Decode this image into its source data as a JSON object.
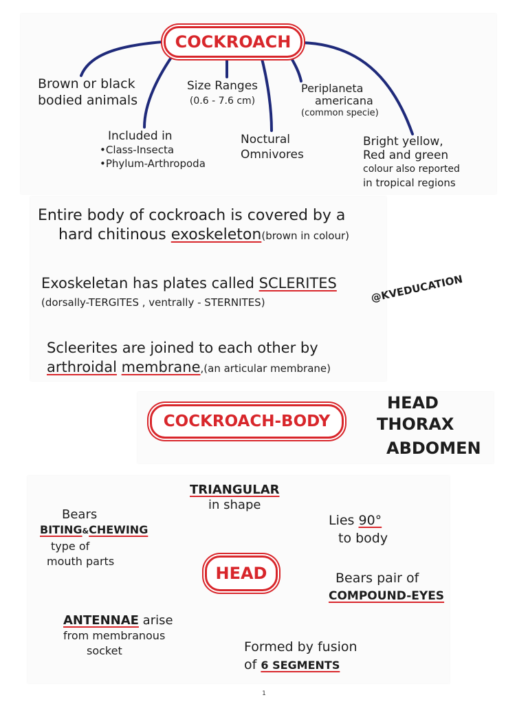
{
  "section1": {
    "title": "COCKROACH",
    "nodes": [
      {
        "lines": [
          "Brown or black",
          "bodied animals"
        ]
      },
      {
        "lines": [
          "Size Ranges",
          "(0.6 - 7.6 cm)"
        ]
      },
      {
        "lines": [
          "Periplaneta",
          "americana",
          "(common specie)"
        ]
      },
      {
        "lines": [
          "Included in",
          "•Class-Insecta",
          "•Phylum-Arthropoda"
        ]
      },
      {
        "lines": [
          "Noctural",
          "Omnivores"
        ]
      },
      {
        "lines": [
          "Bright yellow,",
          "Red and green",
          "colour also reported",
          "in tropical regions"
        ]
      }
    ]
  },
  "section2": {
    "s1_line1": "Entire body of cockroach is covered by a",
    "s1_line2_pre": "hard chitinous",
    "s1_line2_key": "exoskeleton",
    "s1_line2_post": "(brown in colour)",
    "s2_line1_pre": "Exoskeletan has plates called",
    "s2_line1_key": "SCLERITES",
    "s2_line2": "(dorsally-TERGITES  , ventrally - STERNITES)",
    "s3_line1": "Scleerites are joined to each other by",
    "s3_key1": "arthroidal",
    "s3_key2": "membrane",
    "s3_post": ",(an articular membrane)",
    "tag": "@KVEDUCATION"
  },
  "section3": {
    "title": "COCKROACH-BODY",
    "parts": [
      "HEAD",
      "THORAX",
      "ABDOMEN"
    ]
  },
  "section4": {
    "title": "HEAD",
    "top_key": "TRIANGULAR",
    "top_rest": "in shape",
    "right1_pre": "Lies",
    "right1_key": "90°",
    "right1_rest": "to body",
    "right2_pre": "Bears pair of",
    "right2_key": "COMPOUND-EYES",
    "bottom_pre": "Formed by fusion",
    "bottom_of": "of",
    "bottom_key": "6 SEGMENTS",
    "left1_pre": "Bears",
    "left1_key1": "BITING",
    "left1_amp": "&",
    "left1_key2": "CHEWING",
    "left1_rest1": "type of",
    "left1_rest2": "mouth parts",
    "left2_key": "ANTENNAE",
    "left2_rest": "arise",
    "left2_rest2": "from membranous",
    "left2_rest3": "socket"
  },
  "page_number": "1"
}
